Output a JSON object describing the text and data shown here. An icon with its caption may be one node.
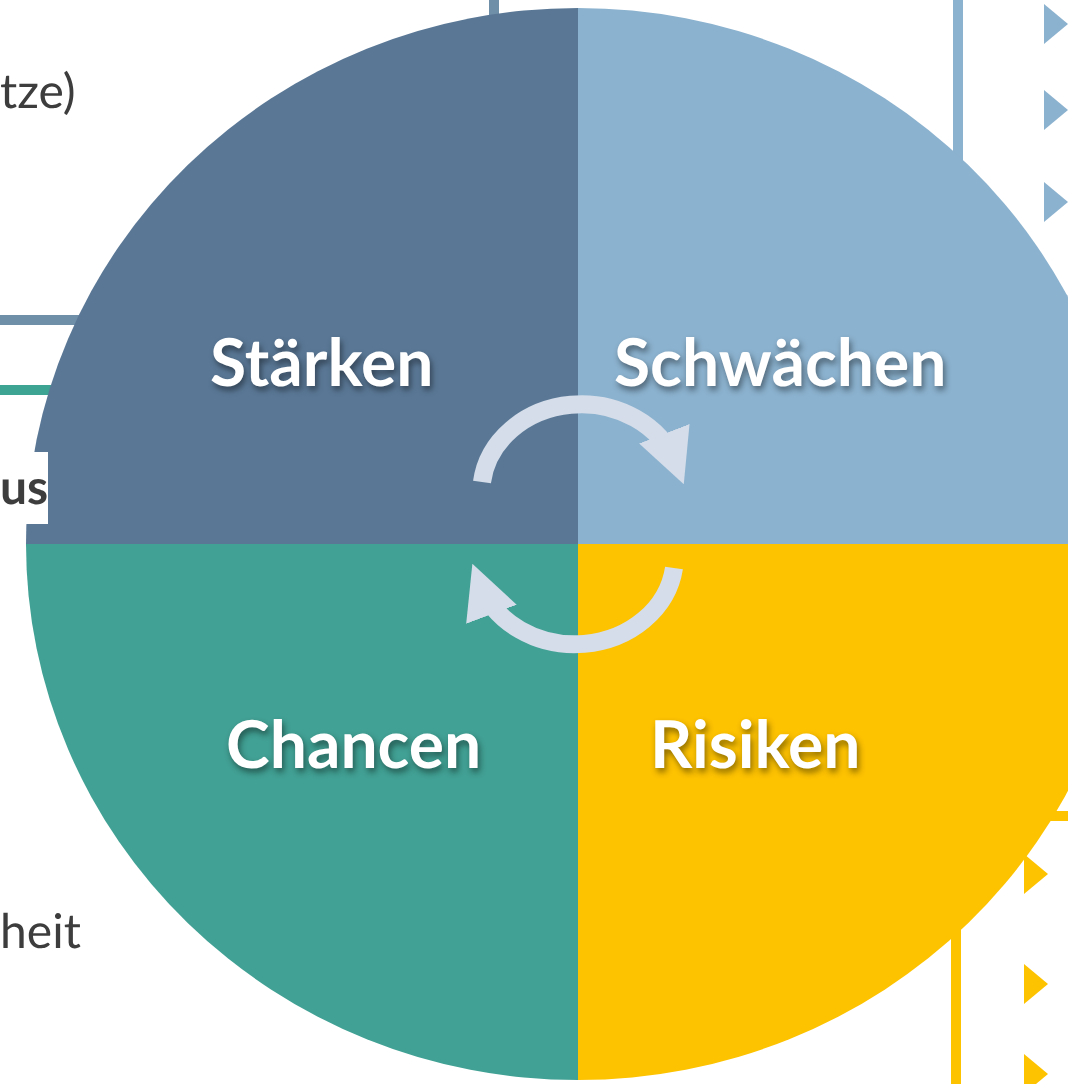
{
  "diagram": {
    "nodes": [
      {
        "text": [
          "Stärken"
        ]
      },
      {
        "text": [
          "Schwächen"
        ]
      },
      {
        "text": [
          "Chancen"
        ]
      },
      {
        "text": [
          "Risiken"
        ]
      }
    ],
    "edges": [
      {
        "from": 0,
        "to": 1,
        "arrow": "to"
      },
      {
        "from": 3,
        "to": 2,
        "arrow": "to"
      }
    ],
    "labels": [
      "tze)",
      "us",
      "heit"
    ]
  }
}
